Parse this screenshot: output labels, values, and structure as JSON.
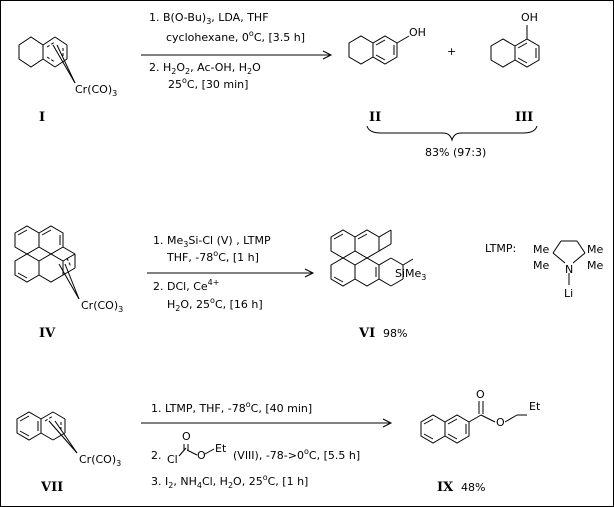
{
  "reaction1": {
    "cr": "Cr(CO)",
    "cr_sub": "3",
    "step1_a": "1. B(O-Bu)",
    "step1_a_sub": "3",
    "step1_b": ", LDA, THF",
    "step1_line2": "cyclohexane, 0",
    "step1_line2_deg": "o",
    "step1_line2_end": "C, [3.5 h]",
    "step2_a": "2. H",
    "step2_a_sub": "2",
    "step2_b": "O",
    "step2_b_sub": "2",
    "step2_c": ", Ac-OH, H",
    "step2_c_sub": "2",
    "step2_d": "O",
    "step2_line2_a": "25",
    "step2_line2_deg": "o",
    "step2_line2_b": "C, [30 min]",
    "oh_ii": "OH",
    "oh_iii": "OH",
    "plus": "+",
    "label_i": "I",
    "label_ii": "II",
    "label_iii": "III",
    "yield": "83% (97:3)"
  },
  "reaction2": {
    "cr": "Cr(CO)",
    "cr_sub": "3",
    "step1_a": "1. Me",
    "step1_a_sub": "3",
    "step1_b": "Si-Cl  (V)  , LTMP",
    "step1_line2": "THF,  -78",
    "step1_line2_deg": "o",
    "step1_line2_end": "C, [1 h]",
    "step2_a": "2. DCl, Ce",
    "step2_a_sup": "4+",
    "step2_line2_a": "H",
    "step2_line2_sub": "2",
    "step2_line2_b": "O, 25",
    "step2_line2_deg": "o",
    "step2_line2_c": "C, [16 h]",
    "sime3": "SiMe",
    "sime3_sub": "3",
    "ltmp_label": "LTMP:",
    "me1": "Me",
    "me2": "Me",
    "me3": "Me",
    "me4": "Me",
    "n": "N",
    "li": "Li",
    "label_iv": "IV",
    "label_vi": "VI",
    "yield_vi": "98%"
  },
  "reaction3": {
    "cr": "Cr(CO)",
    "cr_sub": "3",
    "step1": "1. LTMP,  THF,  -78",
    "step1_deg": "o",
    "step1_end": "C, [40 min]",
    "step2_prefix": "2.",
    "cl": "Cl",
    "o_carbonyl": "O",
    "o_ester": "O",
    "et": "Et",
    "step2_rest": "(VIII),  -78->0",
    "step2_deg": "o",
    "step2_end": "C, [5.5 h]",
    "step3_a": "3. I",
    "step3_a_sub": "2",
    "step3_b": ", NH",
    "step3_b_sub": "4",
    "step3_c": "Cl, H",
    "step3_c_sub": "2",
    "step3_d": "O, 25",
    "step3_deg": "o",
    "step3_end": "C, [1 h]",
    "prod_o_carbonyl": "O",
    "prod_o_ester": "O",
    "prod_et": "Et",
    "label_vii": "VII",
    "label_ix": "IX",
    "yield_ix": "48%"
  }
}
